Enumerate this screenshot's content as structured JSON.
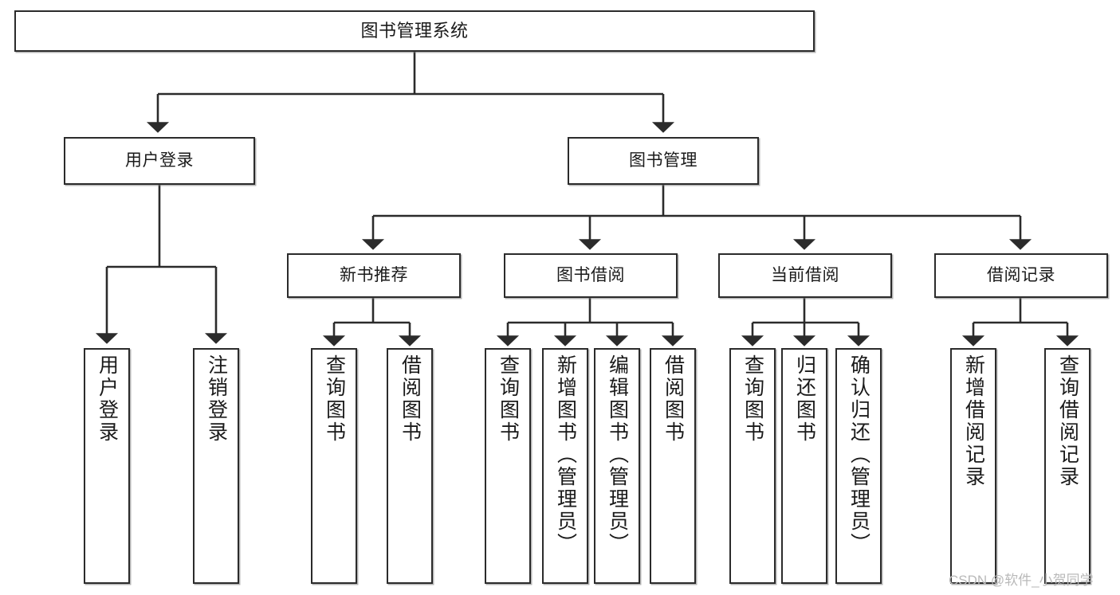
{
  "diagram": {
    "title": "图书管理系统",
    "type": "tree",
    "theme": {
      "background": "#ffffff",
      "box_fill": "#ffffff",
      "box_stroke": "#2b2b2b",
      "text": "#1a1a1a",
      "connector": "#2b2b2b",
      "watermark": "#b9b9b9"
    },
    "root": {
      "label": "图书管理系统"
    },
    "level2": [
      {
        "label": "用户登录"
      },
      {
        "label": "图书管理"
      }
    ],
    "level3": [
      {
        "label": "新书推荐"
      },
      {
        "label": "图书借阅"
      },
      {
        "label": "当前借阅"
      },
      {
        "label": "借阅记录"
      }
    ],
    "leaves": {
      "user_login": [
        {
          "label": "用户登录"
        },
        {
          "label": "注销登录"
        }
      ],
      "new_book": [
        {
          "label": "查询图书"
        },
        {
          "label": "借阅图书"
        }
      ],
      "book_borrow": [
        {
          "label": "查询图书"
        },
        {
          "label": "新增图书（管理员）"
        },
        {
          "label": "编辑图书（管理员）"
        },
        {
          "label": "借阅图书"
        }
      ],
      "current_borrow": [
        {
          "label": "查询图书"
        },
        {
          "label": "归还图书"
        },
        {
          "label": "确认归还（管理员）"
        }
      ],
      "borrow_record": [
        {
          "label": "新增借阅记录"
        },
        {
          "label": "查询借阅记录"
        }
      ]
    }
  },
  "watermark": {
    "text": "CSDN @软件_小贺同学"
  }
}
